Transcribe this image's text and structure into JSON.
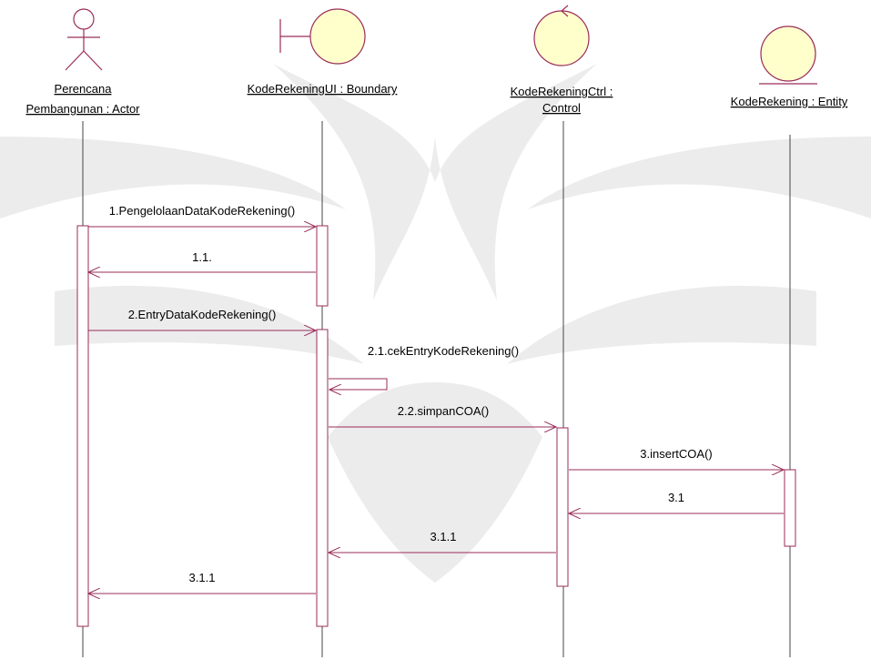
{
  "colors": {
    "line": "#9a2d5a",
    "fill": "#ffffcc",
    "watermark": "#e6e6e6",
    "text": "#000000"
  },
  "objects": [
    {
      "icon": "actor-icon",
      "label_lines": [
        "Perencana",
        "Pembangunan : Actor"
      ]
    },
    {
      "icon": "boundary-icon",
      "label_lines": [
        "KodeRekeningUI : Boundary"
      ]
    },
    {
      "icon": "control-icon",
      "label_lines": [
        "KodeRekeningCtrl :",
        "Control"
      ]
    },
    {
      "icon": "entity-icon",
      "label_lines": [
        "KodeRekening : Entity"
      ]
    }
  ],
  "messages": [
    {
      "label": "1.PengelolaanDataKodeRekening()",
      "from": "Perencana Pembangunan : Actor",
      "to": "KodeRekeningUI : Boundary"
    },
    {
      "label": "1.1.",
      "from": "KodeRekeningUI : Boundary",
      "to": "Perencana Pembangunan : Actor"
    },
    {
      "label": "2.EntryDataKodeRekening()",
      "from": "Perencana Pembangunan : Actor",
      "to": "KodeRekeningUI : Boundary"
    },
    {
      "label": "2.1.cekEntryKodeRekening()",
      "from": "KodeRekeningUI : Boundary",
      "to": "KodeRekeningUI : Boundary"
    },
    {
      "label": "2.2.simpanCOA()",
      "from": "KodeRekeningUI : Boundary",
      "to": "KodeRekeningCtrl : Control"
    },
    {
      "label": "3.insertCOA()",
      "from": "KodeRekeningCtrl : Control",
      "to": "KodeRekening : Entity"
    },
    {
      "label": "3.1",
      "from": "KodeRekening : Entity",
      "to": "KodeRekeningCtrl : Control"
    },
    {
      "label": "3.1.1",
      "from": "KodeRekeningCtrl : Control",
      "to": "KodeRekeningUI : Boundary"
    },
    {
      "label": "3.1.1",
      "from": "KodeRekeningUI : Boundary",
      "to": "Perencana Pembangunan : Actor"
    }
  ]
}
